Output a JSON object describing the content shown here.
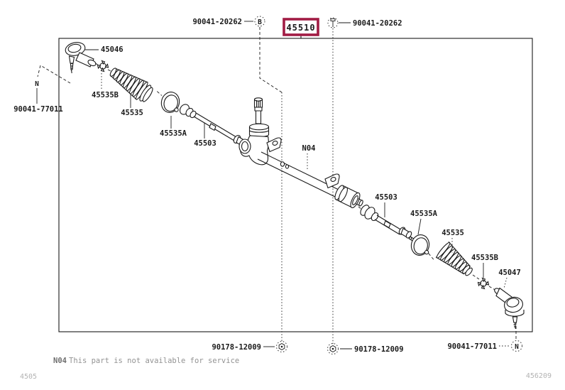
{
  "figure": {
    "selected_part": "45510",
    "callouts": {
      "bolt_top_left": "90041-20262",
      "bolt_top_right": "90041-20262",
      "tie_rod_end_left": "45046",
      "clamp_b_left": "45535B",
      "boot_left": "45535",
      "clamp_a_left": "45535A",
      "inner_rod_left": "45503",
      "n04": "N04",
      "inner_rod_right": "45503",
      "clamp_a_right": "45535A",
      "boot_right": "45535",
      "clamp_b_right": "45535B",
      "tie_rod_end_right": "45047",
      "bolt_side_left": "90041-77011",
      "bolt_side_right": "90041-77011",
      "nut_bottom_left": "90178-12009",
      "nut_bottom_right": "90178-12009"
    },
    "markers": {
      "b": "B",
      "n": "N"
    },
    "footer": {
      "note_code": "N04",
      "note_text": "This part is not available for service",
      "page_code": "4505",
      "figure_code": "456209"
    },
    "colors": {
      "highlight": "#a11c44",
      "line": "#1a1a1a"
    }
  }
}
